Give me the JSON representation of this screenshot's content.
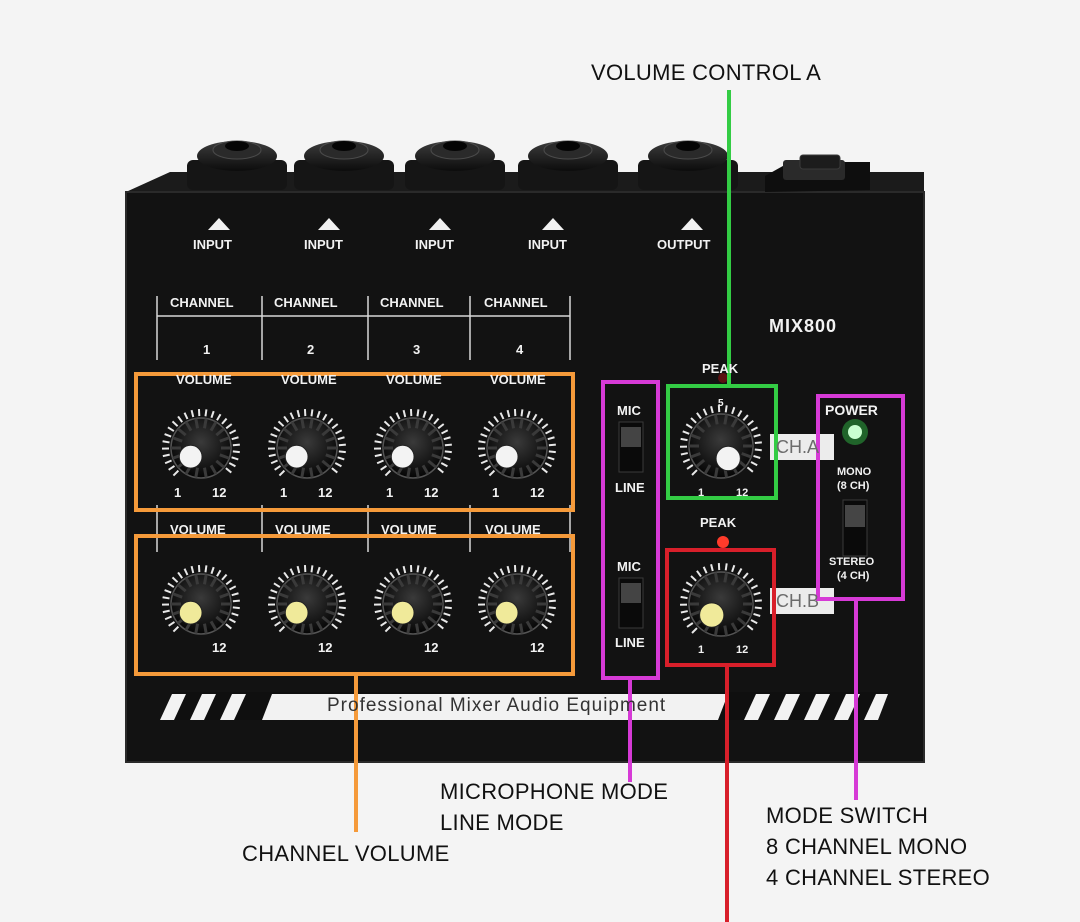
{
  "callouts": {
    "volume_control_a": "VOLUME CONTROL A",
    "microphone_mode": "MICROPHONE MODE",
    "line_mode": "LINE MODE",
    "channel_volume": "CHANNEL VOLUME",
    "mode_switch": "MODE SWITCH",
    "mono_8ch": "8 CHANNEL MONO",
    "stereo_4ch": "4 CHANNEL STEREO"
  },
  "panel": {
    "model": "MIX800",
    "jacks": [
      "INPUT",
      "INPUT",
      "INPUT",
      "INPUT",
      "OUTPUT"
    ],
    "channel_word": "CHANNEL",
    "channel_numbers": [
      "1",
      "2",
      "3",
      "4"
    ],
    "volume_word": "VOLUME",
    "scale_min": "1",
    "scale_max": "12",
    "mic": "MIC",
    "line": "LINE",
    "peak": "PEAK",
    "master_scale_top": "5",
    "ch_a": "CH.A",
    "ch_b": "CH.B",
    "power": "POWER",
    "mono": "MONO",
    "mono_sub": "(8 CH)",
    "stereo": "STEREO",
    "stereo_sub": "(4 CH)",
    "strip_text": "Professional Mixer Audio Equipment"
  },
  "colors": {
    "orange_frame": "#f59a3a",
    "purple_frame": "#d63ad6",
    "green_frame": "#33cc44",
    "red_frame": "#d81f2a",
    "power_led": "#3dff5a",
    "chassis": "#121212"
  }
}
